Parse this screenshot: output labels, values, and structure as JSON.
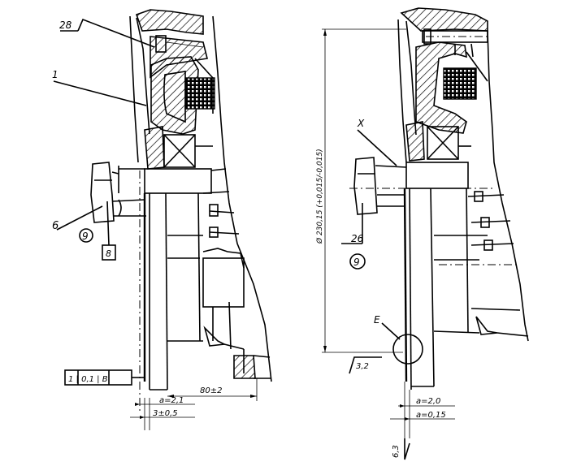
{
  "left_view": {
    "labels": {
      "part_28": "28",
      "part_1": "1",
      "part_6": "6",
      "part_9": "9",
      "part_8": "8",
      "frame_ref": "1 | 0,1 | В",
      "dim_length": "80±2",
      "dim_a": "a=2,1",
      "dim_b": "3±0,5"
    }
  },
  "right_view": {
    "labels": {
      "part_x": "X",
      "part_26": "26",
      "part_9": "9",
      "detail_e": "Е",
      "dim_diameter": "Ø 230,15 (+0,015/-0,015)",
      "roughness": "3,2",
      "dim_a": "a=2,0",
      "dim_b": "a=0,15",
      "roughness_low": "6,3"
    }
  }
}
